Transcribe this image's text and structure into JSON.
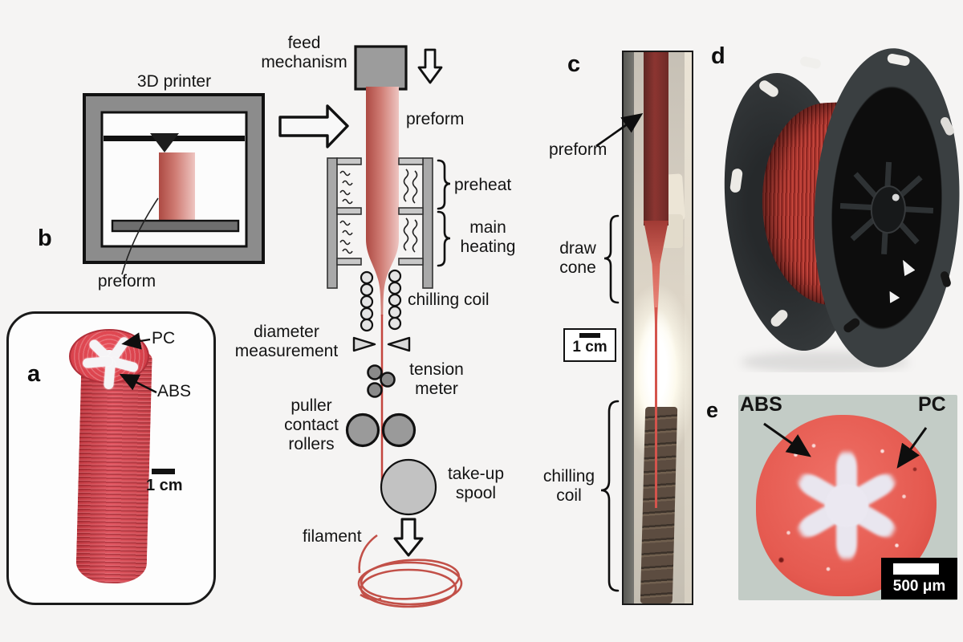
{
  "figure": {
    "panel_b": {
      "letter": "b",
      "printer_title": "3D printer",
      "preform_label": "preform"
    },
    "process": {
      "feed_mechanism_label": "feed mechanism",
      "preform_label": "preform",
      "preheat_label": "preheat",
      "main_heating_label": "main heating",
      "chilling_coil_label": "chilling coil",
      "diameter_measurement_label": "diameter measurement",
      "tension_meter_label": "tension meter",
      "puller_rollers_label": "puller contact rollers",
      "take_up_spool_label": "take-up spool",
      "filament_label": "filament"
    },
    "panel_a": {
      "letter": "a",
      "pc_label": "PC",
      "abs_label": "ABS",
      "scale_label": "1 cm"
    },
    "panel_c": {
      "letter": "c",
      "preform_label": "preform",
      "draw_cone_label": "draw cone",
      "scale_label": "1 cm",
      "chilling_coil_label": "chilling coil"
    },
    "panel_d": {
      "letter": "d"
    },
    "panel_e": {
      "letter": "e",
      "abs_label": "ABS",
      "pc_label": "PC",
      "scale_label": "500 μm"
    },
    "colors": {
      "filament_red": "#c4463f",
      "preform_dark": "#ad4a43",
      "preform_light": "#eec5c1",
      "metal_gray": "#9c9c9c",
      "background": "#f5f4f3"
    }
  }
}
